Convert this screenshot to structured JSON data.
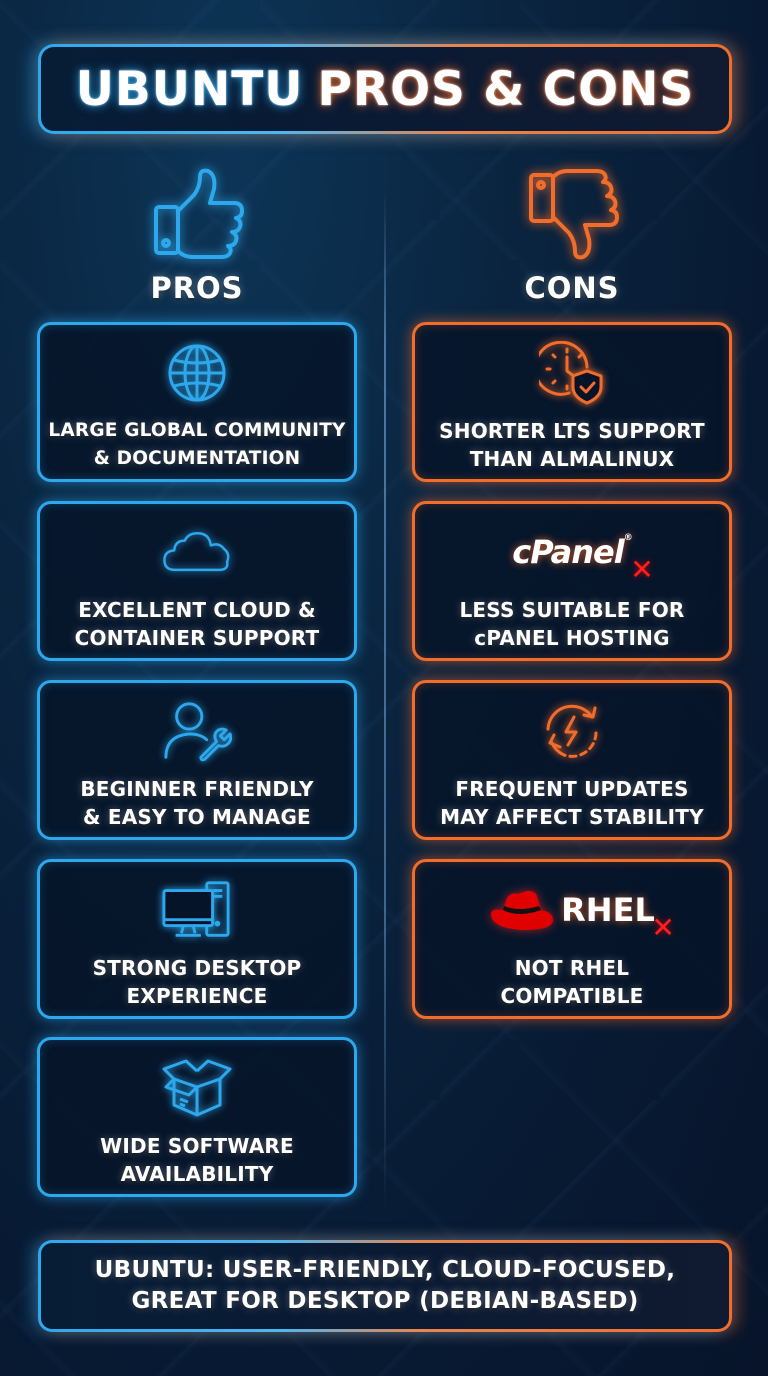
{
  "title": {
    "part1": "UBUNTU",
    "part2": "PROS & CONS"
  },
  "colors": {
    "pros_accent": "#2ea8ec",
    "cons_accent": "#f26d2b",
    "background": "#0a2540",
    "x_mark": "#ff1e1e",
    "redhat": "#e00000"
  },
  "pros": {
    "heading": "PROS",
    "icon": "thumbs-up-icon",
    "items": [
      {
        "icon": "globe-icon",
        "line1": "LARGE GLOBAL COMMUNITY",
        "line2": "& DOCUMENTATION"
      },
      {
        "icon": "cloud-icon",
        "line1": "EXCELLENT CLOUD &",
        "line2": "CONTAINER SUPPORT"
      },
      {
        "icon": "user-wrench-icon",
        "line1": "BEGINNER FRIENDLY",
        "line2": "& EASY TO MANAGE"
      },
      {
        "icon": "desktop-computer-icon",
        "line1": "STRONG DESKTOP",
        "line2": "EXPERIENCE"
      },
      {
        "icon": "open-box-icon",
        "line1": "WIDE SOFTWARE",
        "line2": "AVAILABILITY"
      }
    ]
  },
  "cons": {
    "heading": "CONS",
    "icon": "thumbs-down-icon",
    "items": [
      {
        "icon": "clock-shield-icon",
        "line1": "SHORTER LTS SUPPORT",
        "line2": "THAN ALMALINUX"
      },
      {
        "icon": "cpanel-logo-x-icon",
        "logo_text": "cPanel",
        "logo_mark": "®",
        "x": "✕",
        "line1": "LESS SUITABLE FOR",
        "line2": "cPANEL HOSTING"
      },
      {
        "icon": "refresh-lightning-icon",
        "line1": "FREQUENT UPDATES",
        "line2": "MAY AFFECT STABILITY"
      },
      {
        "icon": "redhat-logo-x-icon",
        "logo_text": "RHEL",
        "x": "✕",
        "line1": "NOT RHEL",
        "line2": "COMPATIBLE"
      }
    ]
  },
  "footer": {
    "line1": "UBUNTU: USER-FRIENDLY, CLOUD-FOCUSED,",
    "line2": "GREAT FOR DESKTOP (DEBIAN-BASED)"
  }
}
